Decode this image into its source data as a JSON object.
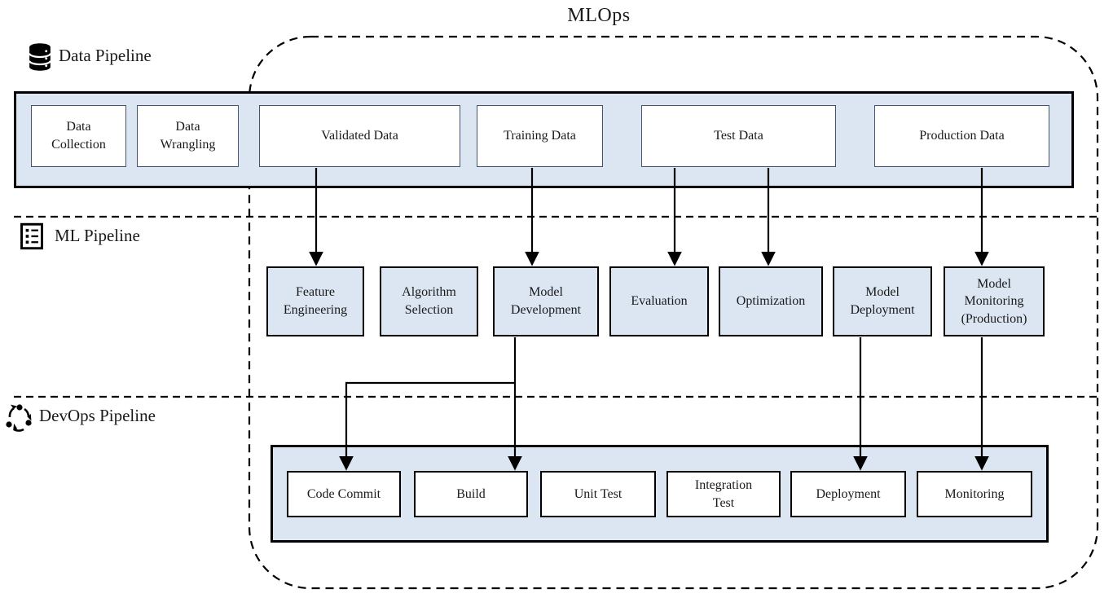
{
  "title": "MLOps",
  "sections": {
    "data_pipeline": {
      "label": "Data Pipeline",
      "icon": "database-icon"
    },
    "ml_pipeline": {
      "label": "ML Pipeline",
      "icon": "checklist-icon"
    },
    "devops_pipeline": {
      "label": "DevOps Pipeline",
      "icon": "cycle-arrows-icon"
    }
  },
  "data_pipeline": {
    "boxes": [
      "Data Collection",
      "Data Wrangling",
      "Validated Data",
      "Training Data",
      "Test Data",
      "Production Data"
    ]
  },
  "ml_pipeline": {
    "boxes": [
      "Feature Engineering",
      "Algorithm Selection",
      "Model Development",
      "Evaluation",
      "Optimization",
      "Model Deployment",
      "Model Monitoring (Production)"
    ]
  },
  "devops_pipeline": {
    "boxes": [
      "Code Commit",
      "Build",
      "Unit Test",
      "Integration Test",
      "Deployment",
      "Monitoring"
    ]
  },
  "connections": [
    {
      "from": "Validated Data",
      "to": "Feature Engineering"
    },
    {
      "from": "Training Data",
      "to": "Model Development"
    },
    {
      "from": "Test Data",
      "to": "Evaluation"
    },
    {
      "from": "Test Data",
      "to": "Optimization"
    },
    {
      "from": "Production Data",
      "to": "Model Monitoring (Production)"
    },
    {
      "from": "Model Development",
      "to": "Code Commit"
    },
    {
      "from": "Model Development",
      "to": "Build"
    },
    {
      "from": "Model Deployment",
      "to": "Deployment"
    },
    {
      "from": "Model Monitoring (Production)",
      "to": "Monitoring"
    }
  ],
  "colors": {
    "background": "#ffffff",
    "band_fill": "#dce6f2",
    "band_border": "#000000",
    "inner_box_border": "#44546a",
    "line_color": "#000000"
  }
}
